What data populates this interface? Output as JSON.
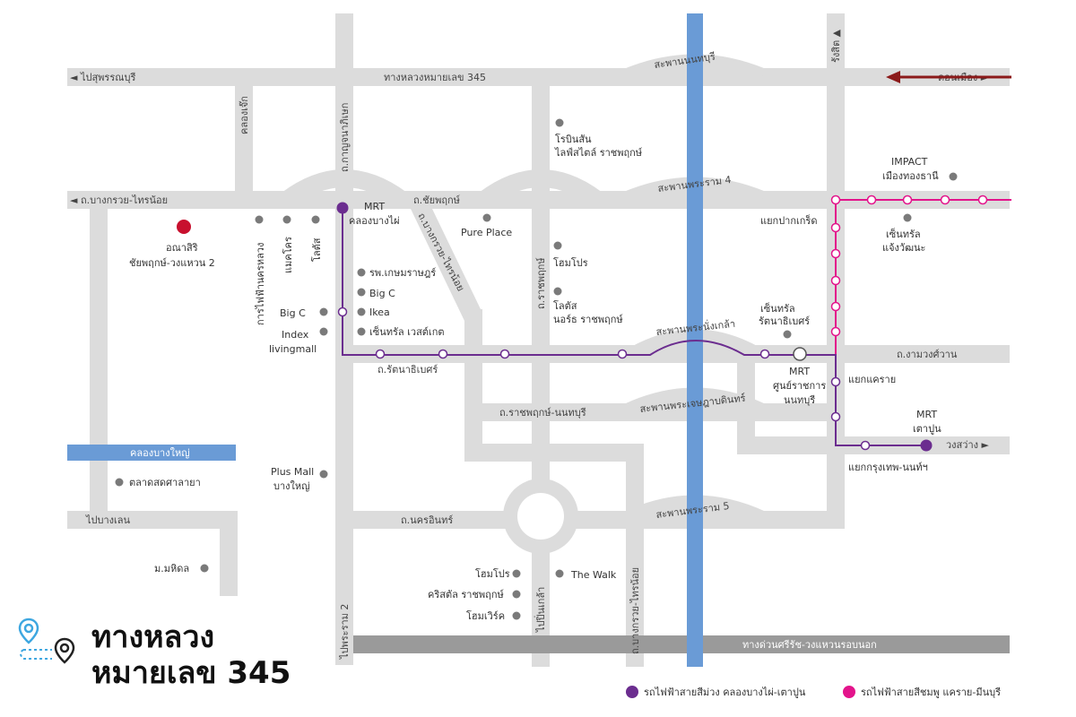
{
  "title": {
    "line1": "ทางหลวง",
    "line2": "หมายเลข 345"
  },
  "colors": {
    "road": "#dcdcdc",
    "expressway": "#9a9a9a",
    "river": "#6a9bd6",
    "canal": "#6a9bd6",
    "purple_line": "#6b2d8f",
    "pink_line": "#e3148b",
    "arrow": "#8b1a1a",
    "project": "#c8102e",
    "poi": "#7a7a7a"
  },
  "roads": {
    "hwy345": "ทางหลวงหมายเลข 345",
    "to_suphanburi": "◄ ไปสุพรรณบุรี",
    "to_don_mueang": "ดอนเมือง ►",
    "bridge_nonthaburi": "สะพานนนทบุรี",
    "bang_kruai_sai_noi_left": "◄ ถ.บางกรวย-ไทรน้อย",
    "chaiyaphruek": "ถ.ชัยพฤกษ์",
    "bridge_rama4": "สะพานพระราม 4",
    "kanchanaphisek": "ถ.กาญจนาภิเษก",
    "khlong_chik": "คลองเจ๊ก",
    "bang_kruai_sai_noi_diag": "ถ.บางกรวย-ไทรน้อย",
    "ratchaphruek_v": "ถ.ราชพฤกษ์",
    "rangsit": "รังสิต ▲",
    "bridge_phra_nang_klao": "สะพานพระนั่งเกล้า",
    "rattanathibet": "ถ.รัตนาธิเบศร์",
    "ngam_wong_wan": "ถ.งามวงศ์วาน",
    "ratchaphruek_nonthaburi": "ถ.ราชพฤกษ์-นนทบุรี",
    "bridge_phra_nang_klao2": "สะพานพระเจษฎาบดินทร์",
    "khlong_bang_yai": "คลองบางใหญ่",
    "to_bang_len": "ไปบางเลน",
    "nakhon_in": "ถ.นครอินทร์",
    "bridge_rama5": "สะพานพระราม 5",
    "to_rama2": "ไปพระราม 2",
    "to_bang_kruai": "ถ.บางกรวย-ไทรน้อย",
    "to_pin_klao": "ไปปิ่นเกล้า",
    "expressway": "ทางด่วนศรีรัช-วงแหวนรอบนอก",
    "wong_sawang": "วงสว่าง ►"
  },
  "project": {
    "name_line1": "อณาสิริ",
    "name_line2": "ชัยพฤกษ์-วงแหวน 2"
  },
  "pois": {
    "robinson_1": "โรบินสัน",
    "robinson_2": "ไลฟ์สไตล์ ราชพฤกษ์",
    "impact_1": "IMPACT",
    "impact_2": "เมืองทองธานี",
    "pure_place": "Pure Place",
    "homepro_top": "โฮมโปร",
    "lotus_1": "โลตัส",
    "lotus_2": "นอร์ธ ราชพฤกษ์",
    "kasemrad": "รพ.เกษมราษฎร์",
    "big_c_right": "Big C",
    "ikea": "Ikea",
    "central_west": "เซ็นทรัล เวสต์เกต",
    "big_c_left": "Big C",
    "index_1": "Index",
    "index_2": "livingmall",
    "egat": "การไฟฟ้านครหลวง",
    "makro": "แมคโคร",
    "lotus_v": "โลตัส",
    "central_cw_1": "เซ็นทรัล",
    "central_cw_2": "แจ้งวัฒนะ",
    "central_rt_1": "เซ็นทรัล",
    "central_rt_2": "รัตนาธิเบศร์",
    "plus_mall_1": "Plus Mall",
    "plus_mall_2": "บางใหญ่",
    "sala_market": "ตลาดสดศาลายา",
    "mahidol": "ม.มหิดล",
    "homepro_bottom": "โฮมโปร",
    "crystal": "คริสตัล ราชพฤกษ์",
    "homeworks": "โฮมเวิร์ค",
    "the_walk": "The Walk"
  },
  "stations": {
    "mrt_khlong_bang_phai_1": "MRT",
    "mrt_khlong_bang_phai_2": "คลองบางไผ่",
    "pak_kret": "แยกปากเกร็ด",
    "mrt_ministry_1": "MRT",
    "mrt_ministry_2": "ศูนย์ราชการ",
    "mrt_ministry_3": "นนทบุรี",
    "khae_rai": "แยกแคราย",
    "mrt_tao_poon_1": "MRT",
    "mrt_tao_poon_2": "เตาปูน",
    "krungthep_nonthaburi": "แยกกรุงเทพ-นนท์ฯ"
  },
  "legend": {
    "purple": "รถไฟฟ้าสายสีม่วง คลองบางไผ่-เตาปูน",
    "pink": "รถไฟฟ้าสายสีชมพู แคราย-มีนบุรี"
  }
}
